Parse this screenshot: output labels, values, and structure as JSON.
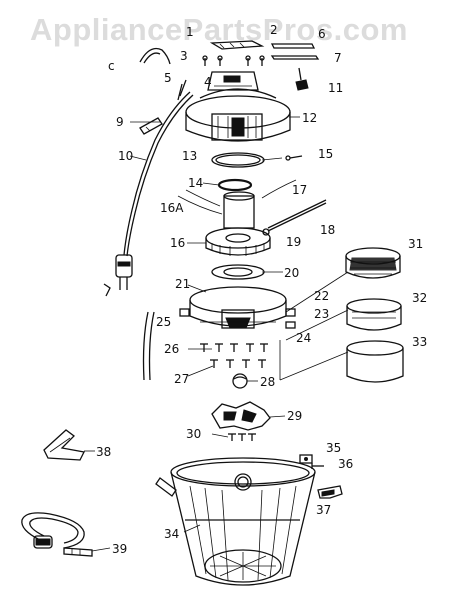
{
  "watermark": "AppliancePartsPros.com",
  "diagram": {
    "callouts": {
      "p1": "1",
      "p2": "2",
      "p3": "3",
      "p4": "4",
      "p5": "5",
      "p6": "6",
      "p7": "7",
      "p11": "11",
      "p12": "12",
      "p13": "13",
      "p14": "14",
      "p15": "15",
      "p16": "16",
      "p16a": "16A",
      "p17": "17",
      "p18": "18",
      "p19": "19",
      "p20": "20",
      "p21": "21",
      "p22": "22",
      "p23": "23",
      "p24": "24",
      "p25": "25",
      "p26": "26",
      "p27": "27",
      "p28": "28",
      "p29": "29",
      "p30": "30",
      "p31": "31",
      "p32": "32",
      "p33": "33",
      "p34": "34",
      "p35": "35",
      "p36": "36",
      "p37": "37",
      "p38": "38",
      "p39": "39",
      "p9": "9",
      "p10": "10",
      "pc": "c"
    }
  }
}
